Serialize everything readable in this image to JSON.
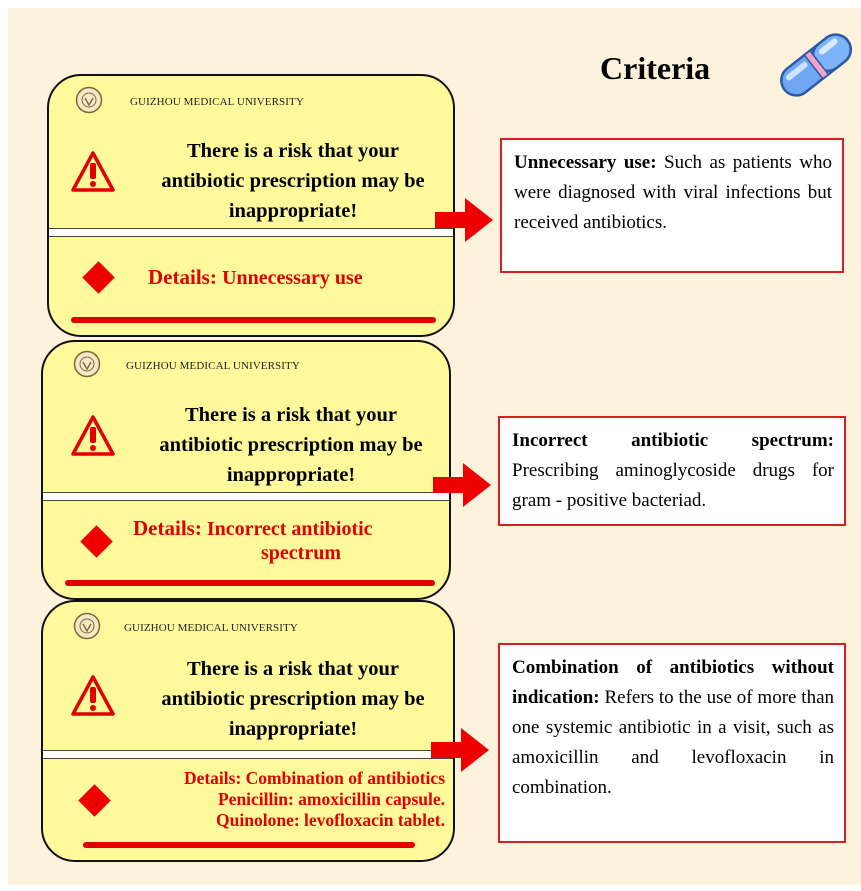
{
  "title": "Criteria",
  "university": "GUIZHOU MEDICAL UNIVERSITY",
  "warning": {
    "line1": "There is a risk that your",
    "line2": "antibiotic prescription may be",
    "line3": "inappropriate!"
  },
  "details_label": "Details:",
  "cards": [
    {
      "detail_lines": [
        "Unnecessary use"
      ]
    },
    {
      "detail_lines": [
        "Incorrect antibiotic",
        "spectrum"
      ]
    },
    {
      "detail_lines": [
        "Combination of antibiotics",
        "Penicillin: amoxicillin capsule.",
        "Quinolone: levofloxacin tablet."
      ]
    }
  ],
  "criteria": [
    {
      "term": "Unnecessary use:",
      "text": "Such as patients who were diagnosed with viral infections but received antibiotics."
    },
    {
      "term": "Incorrect antibiotic spectrum:",
      "text": "Prescribing aminoglycoside drugs for gram - positive bacteriad."
    },
    {
      "term": "Combination of antibiotics without indication:",
      "text": "Refers to the use of more than one systemic antibiotic in a visit, such as amoxicillin and levofloxacin in combination."
    }
  ],
  "colors": {
    "card_fill": "#fefa9c",
    "alert_red": "#e00000",
    "background": "#fdf3dd"
  }
}
